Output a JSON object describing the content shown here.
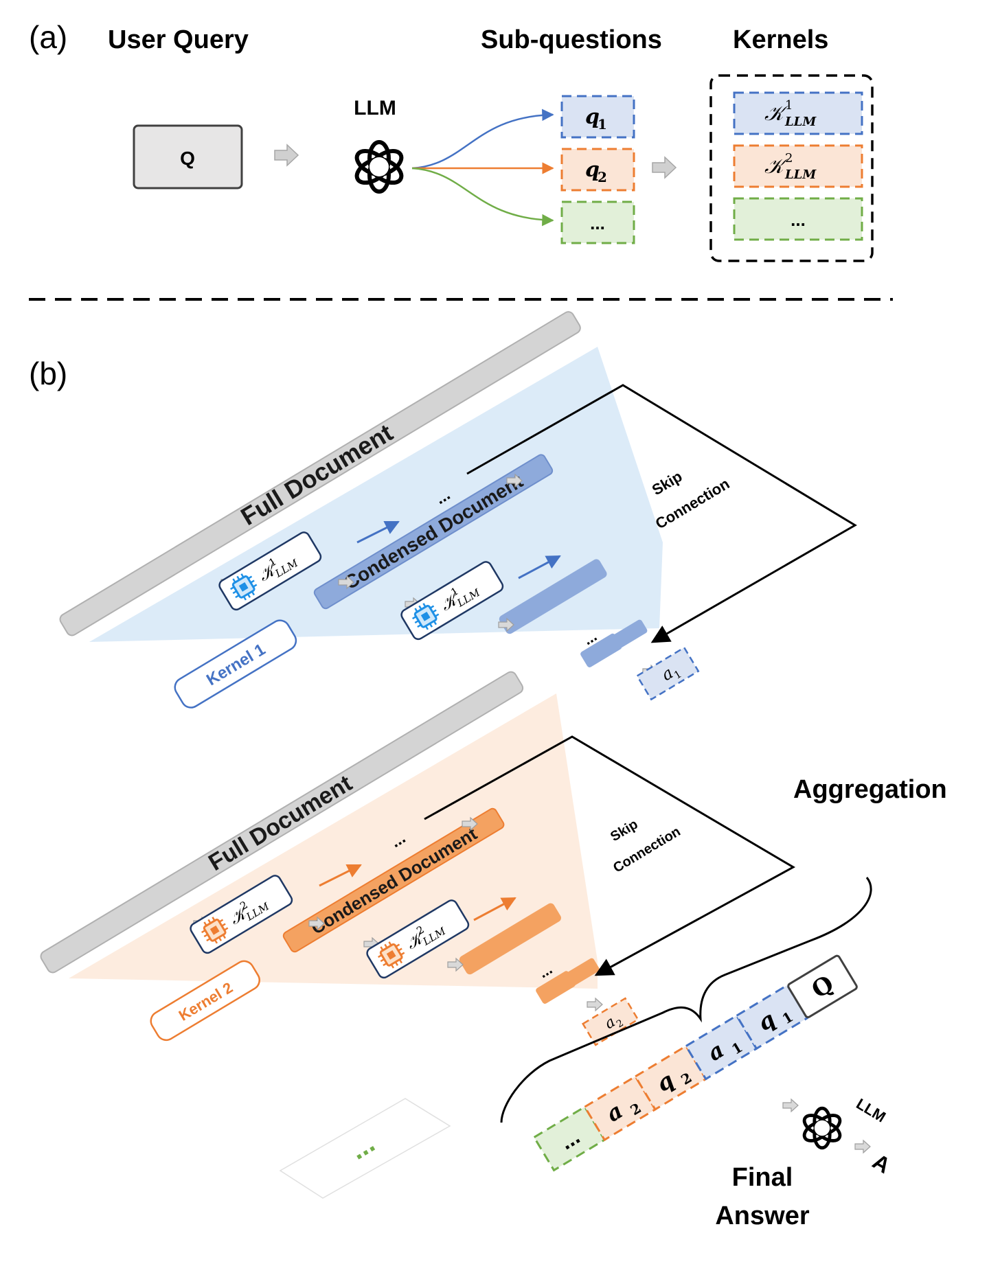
{
  "panel_a": {
    "label": "(a)",
    "user_query_heading": "User Query",
    "query_box": "Q",
    "llm_label": "LLM",
    "subquestions_heading": "Sub-questions",
    "kernels_heading": "Kernels",
    "subquestions": [
      {
        "base": "q",
        "sub": "1",
        "color": "#4472c4",
        "fill": "#dae3f3"
      },
      {
        "base": "q",
        "sub": "2",
        "color": "#ed7d31",
        "fill": "#fbe5d6"
      },
      {
        "base": "...",
        "sub": "",
        "color": "#70ad47",
        "fill": "#e2f0d9"
      }
    ],
    "kernels": [
      {
        "base": "𝒦",
        "sup": "1",
        "sub": "LLM",
        "color": "#4472c4",
        "fill": "#dae3f3"
      },
      {
        "base": "𝒦",
        "sup": "2",
        "sub": "LLM",
        "color": "#ed7d31",
        "fill": "#fbe5d6"
      },
      {
        "base": "...",
        "sup": "",
        "sub": "",
        "color": "#70ad47",
        "fill": "#e2f0d9"
      }
    ]
  },
  "panel_b": {
    "label": "(b)",
    "kernel1": {
      "full_document": "Full Document",
      "condensed_document": "Condensed Document",
      "ellipsis": "...",
      "skip_connection_line1": "Skip",
      "skip_connection_line2": "Connection",
      "kernel_chip_base": "𝒦",
      "kernel_chip_sup": "1",
      "kernel_chip_sub": "LLM",
      "kernel_label": "Kernel 1",
      "answer_base": "a",
      "answer_sub": "1",
      "color": "#4472c4",
      "block_fill": "#8eaadb",
      "fan_fill": "#d6e8f7"
    },
    "kernel2": {
      "full_document": "Full Document",
      "condensed_document": "Condensed Document",
      "ellipsis": "...",
      "skip_connection_line1": "Skip",
      "skip_connection_line2": "Connection",
      "kernel_chip_base": "𝒦",
      "kernel_chip_sup": "2",
      "kernel_chip_sub": "LLM",
      "kernel_label": "Kernel 2",
      "answer_base": "a",
      "answer_sub": "2",
      "color": "#ed7d31",
      "block_fill": "#f4a261",
      "fan_fill": "#fde9d9"
    },
    "more_kernels": "...",
    "aggregation_label": "Aggregation",
    "sequence": [
      {
        "base": "...",
        "sub": "",
        "color": "#70ad47",
        "fill": "#e2f0d9"
      },
      {
        "base": "a",
        "sub": "2",
        "color": "#ed7d31",
        "fill": "#fbe5d6"
      },
      {
        "base": "q",
        "sub": "2",
        "color": "#ed7d31",
        "fill": "#fbe5d6"
      },
      {
        "base": "a",
        "sub": "1",
        "color": "#4472c4",
        "fill": "#dae3f3"
      },
      {
        "base": "q",
        "sub": "1",
        "color": "#4472c4",
        "fill": "#dae3f3"
      },
      {
        "base": "Q",
        "sub": "",
        "color": "#404040",
        "fill": "#ffffff"
      }
    ],
    "final_llm_label": "LLM",
    "final_output": "A",
    "final_answer_line1": "Final",
    "final_answer_line2": "Answer"
  }
}
